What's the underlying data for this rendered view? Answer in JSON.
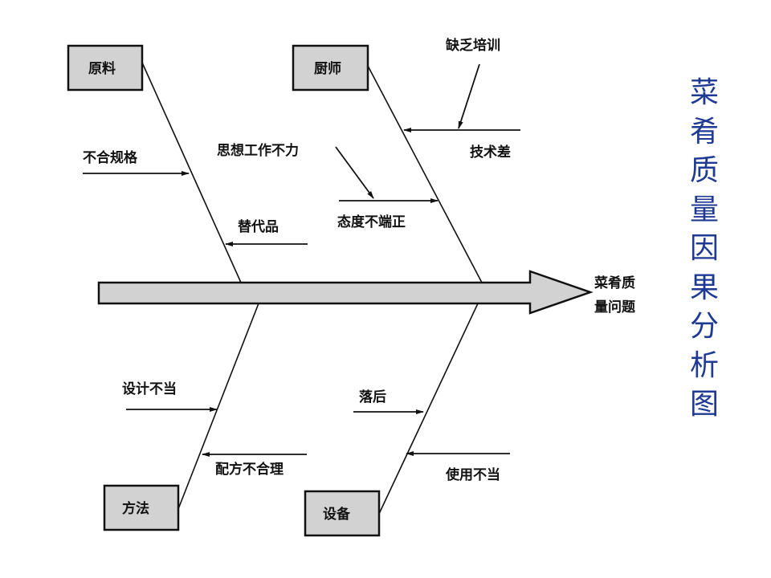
{
  "title": "菜肴质量因果分析图",
  "effect": {
    "line1": "菜肴质",
    "line2": "量问题"
  },
  "categories": [
    {
      "name": "原料",
      "causes": [
        "不合规格",
        "替代品"
      ]
    },
    {
      "name": "厨师",
      "causes": [
        "技术差",
        "态度不端正"
      ],
      "sub_causes": {
        "技术差": "缺乏培训",
        "态度不端正": "思想工作不力"
      }
    },
    {
      "name": "方法",
      "causes": [
        "设计不当",
        "配方不合理"
      ]
    },
    {
      "name": "设备",
      "causes": [
        "落后",
        "使用不当"
      ]
    }
  ],
  "colors": {
    "title": "#1f3a93",
    "box": "#d2d2d2",
    "spine": "#d2d2d2"
  }
}
